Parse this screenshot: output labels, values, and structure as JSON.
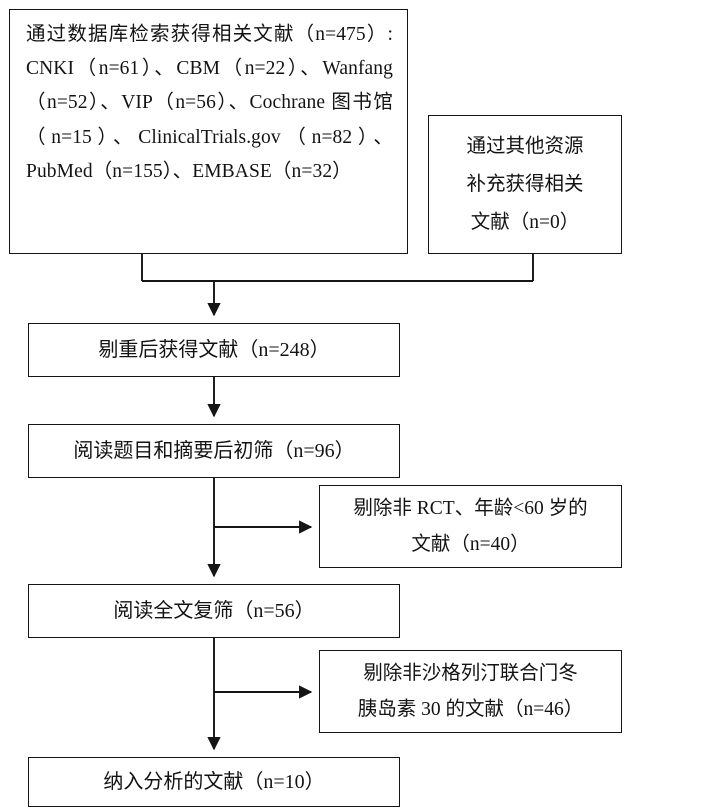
{
  "diagram": {
    "title": "PRISMA literature screening flow chart",
    "type": "flowchart",
    "line_color": "#151515",
    "background_color": "#ffffff",
    "text_color": "#131313"
  },
  "nodes": {
    "db_search": {
      "id": "db-search",
      "label": "通过数据库检索获得相关文献（n=475）: CNKI（n=61）、CBM（n=22）、Wanfang（n=52）、VIP（n=56）、Cochrane 图书馆（n=15）、ClinicalTrials.gov（n=82）、PubMed（n=155）、EMBASE（n=32）",
      "total": 475,
      "sources": [
        {
          "name": "CNKI",
          "n": 61
        },
        {
          "name": "CBM",
          "n": 22
        },
        {
          "name": "Wanfang",
          "n": 52
        },
        {
          "name": "VIP",
          "n": 56
        },
        {
          "name": "Cochrane 图书馆",
          "n": 15
        },
        {
          "name": "ClinicalTrials.gov",
          "n": 82
        },
        {
          "name": "PubMed",
          "n": 155
        },
        {
          "name": "EMBASE",
          "n": 32
        }
      ]
    },
    "other_sources": {
      "id": "other-sources",
      "label": "通过其他资源\n补充获得相关\n文献（n=0）",
      "n": 0
    },
    "dedup": {
      "id": "dedup",
      "label": "剔重后获得文献（n=248）",
      "n": 248
    },
    "title_screen": {
      "id": "title-abstract-screening",
      "label": "阅读题目和摘要后初筛（n=96）",
      "n": 96
    },
    "excl_rct": {
      "id": "exclude-non-rct",
      "label": "剔除非 RCT、年龄<60 岁的\n文献（n=40）",
      "n": 40
    },
    "fulltext": {
      "id": "fulltext-screening",
      "label": "阅读全文复筛（n=56）",
      "n": 56
    },
    "excl_drug": {
      "id": "exclude-non-drug",
      "label": "剔除非沙格列汀联合门冬\n胰岛素 30 的文献（n=46）",
      "n": 46
    },
    "included": {
      "id": "included-studies",
      "label": "纳入分析的文献（n=10）",
      "n": 10
    }
  },
  "edges": [
    {
      "from": "db-search",
      "to": "dedup",
      "kind": "merge-down-arrow"
    },
    {
      "from": "other-sources",
      "to": "dedup",
      "kind": "merge-down-arrow"
    },
    {
      "from": "dedup",
      "to": "title-abstract-screening",
      "kind": "down-arrow"
    },
    {
      "from": "title-abstract-screening",
      "to": "exclude-non-rct",
      "kind": "elbow-right-arrow"
    },
    {
      "from": "title-abstract-screening",
      "to": "fulltext-screening",
      "kind": "down-arrow"
    },
    {
      "from": "fulltext-screening",
      "to": "exclude-non-drug",
      "kind": "elbow-right-arrow"
    },
    {
      "from": "fulltext-screening",
      "to": "included-studies",
      "kind": "down-arrow"
    }
  ]
}
